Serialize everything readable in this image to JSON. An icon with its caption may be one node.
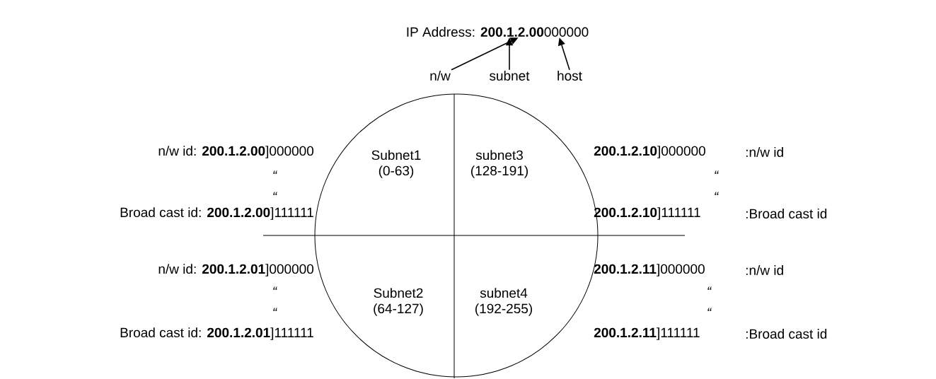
{
  "diagram": {
    "nodes": [
      {
        "text": [
          "IP Address: **200.1.2.00**000000"
        ]
      },
      {
        "text": [
          "n/w"
        ]
      },
      {
        "text": [
          "subnet"
        ]
      },
      {
        "text": [
          "host"
        ]
      },
      {
        "text": [
          "Subnet1 (0-63)",
          "subnet3 (128-191)",
          "Subnet2 (64-127)",
          "subnet4 (192-255)"
        ]
      }
    ],
    "edges": [
      {
        "from": 1,
        "to": 0,
        "arrow": "to"
      },
      {
        "from": 2,
        "to": 0,
        "arrow": "to"
      },
      {
        "from": 3,
        "to": 0,
        "arrow": "to"
      }
    ],
    "labels": [
      "n/w id: **200.1.2.00**]000000",
      "**200.1.2.10**]000000",
      ":n/w id",
      "“",
      "“",
      "“",
      "“",
      "Broad cast id: **200.1.2.00**]111111",
      "**200.1.2.10**]111111",
      ":Broad cast id",
      "n/w id: **200.1.2.01**]000000",
      "**200.1.2.11**]000000",
      ":n/w id",
      "“",
      "“",
      "“",
      "“",
      "Broad cast id: **200.1.2.01**]111111",
      "**200.1.2.11**]111111",
      ":Broad cast id"
    ]
  }
}
